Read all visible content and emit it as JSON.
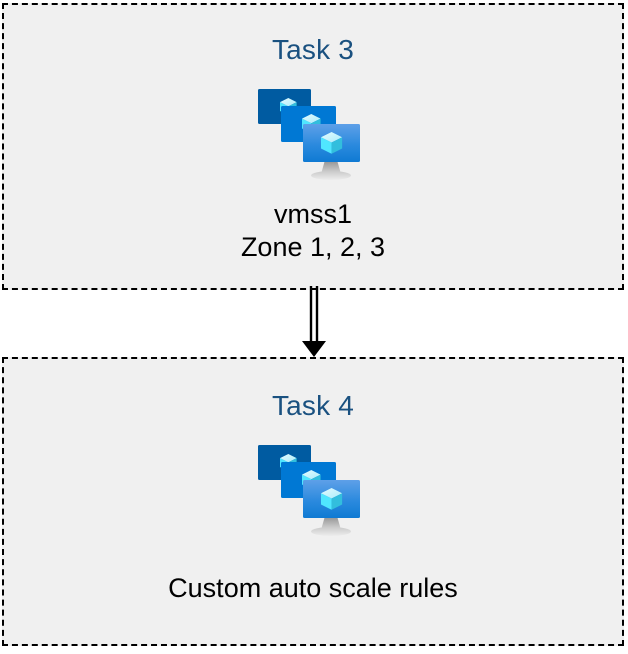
{
  "page": {
    "background_color": "#ffffff",
    "box_fill_color": "#f0f0f0",
    "box_border_color": "#000000",
    "title_color": "#1a5180",
    "caption_color": "#000000"
  },
  "boxes": [
    {
      "id": "task3",
      "title": "Task 3",
      "icon": "azure-vm-scale-set-icon",
      "caption_lines": [
        "vmss1",
        "Zone 1, 2, 3"
      ]
    },
    {
      "id": "task4",
      "title": "Task 4",
      "icon": "azure-vm-scale-set-icon",
      "caption_lines": [
        "Custom auto scale rules"
      ]
    }
  ],
  "connector": {
    "name": "double-line-down-arrow",
    "from": "task3",
    "to": "task4",
    "style": "double-stroke-solid-head",
    "color": "#000000"
  },
  "icon_colors": {
    "monitor_back": "#005ba1",
    "monitor_middle": "#0078d4",
    "monitor_front_top": "#5ea0e8",
    "monitor_front_bottom": "#0f7ad3",
    "cube_light": "#c3f1fb",
    "cube_mid": "#50e6ff",
    "cube_deep": "#32bedd",
    "stand_top": "#9a9a9a",
    "stand_bottom": "#e3e3e3"
  }
}
